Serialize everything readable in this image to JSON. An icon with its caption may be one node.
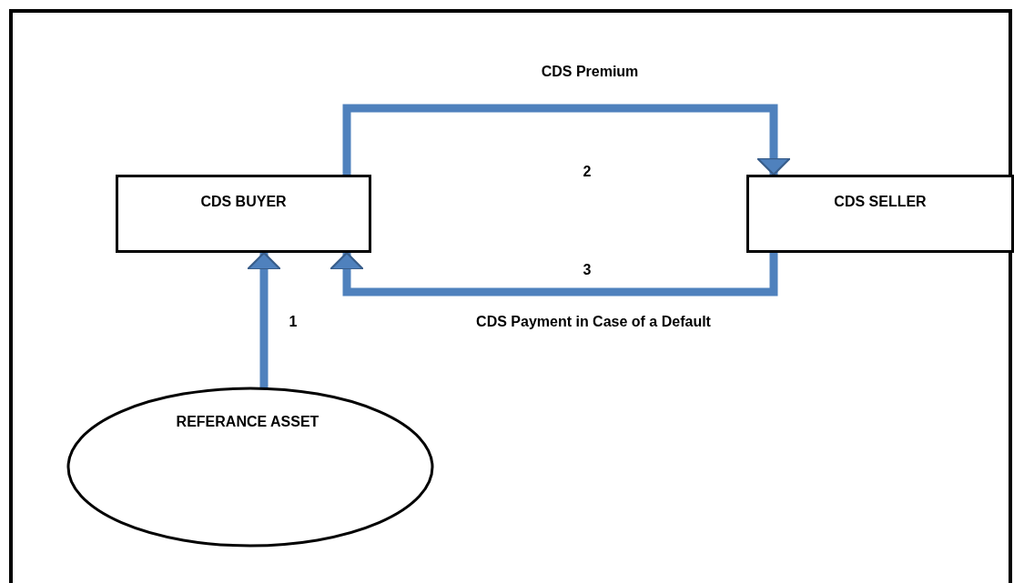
{
  "diagram": {
    "nodes": [
      {
        "text": [
          "CDS BUYER"
        ]
      },
      {
        "text": [
          "CDS SELLER"
        ]
      },
      {
        "text": [
          "REFERANCE ASSET"
        ]
      }
    ],
    "edges": [
      {
        "from": 0,
        "to": 1,
        "arrow": "to",
        "label": "CDS Premium"
      },
      {
        "from": 1,
        "to": 0,
        "arrow": "to",
        "label": "CDS Payment in Case of a Default"
      },
      {
        "from": 2,
        "to": 0,
        "arrow": "to"
      }
    ],
    "labels": [
      "2",
      "3",
      "1"
    ]
  }
}
